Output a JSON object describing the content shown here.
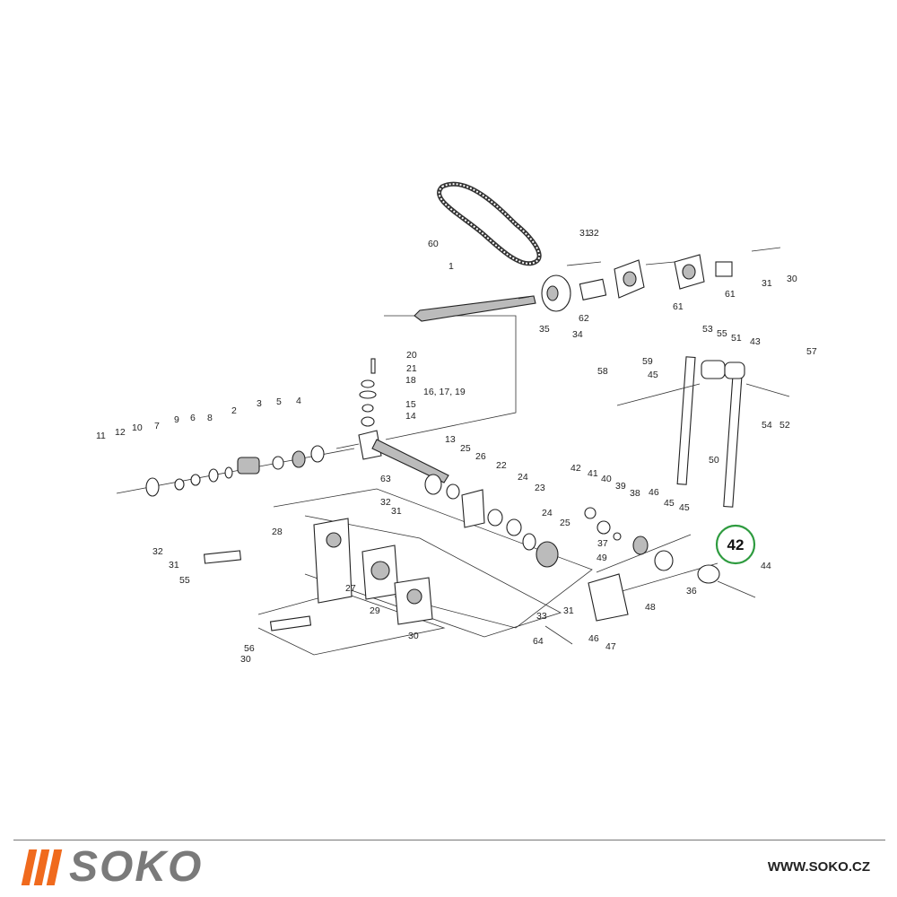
{
  "diagram": {
    "highlight_label": "42",
    "labels": [
      "1",
      "4",
      "2",
      "3",
      "5",
      "7",
      "8",
      "9",
      "6",
      "10",
      "11",
      "12",
      "13",
      "14",
      "15",
      "16, 17, 19",
      "18",
      "20",
      "21",
      "22",
      "23",
      "24",
      "24",
      "25",
      "25",
      "26",
      "27",
      "28",
      "29",
      "30",
      "30",
      "30",
      "31",
      "31",
      "31",
      "31",
      "31",
      "32",
      "32",
      "32",
      "33",
      "34",
      "35",
      "36",
      "37",
      "38",
      "39",
      "40",
      "41",
      "42",
      "43",
      "44",
      "45",
      "45",
      "45",
      "46",
      "46",
      "47",
      "48",
      "49",
      "50",
      "51",
      "52",
      "53",
      "54",
      "55",
      "55",
      "56",
      "57",
      "58",
      "59",
      "60",
      "61",
      "61",
      "62",
      "63",
      "64"
    ],
    "highlight_color": "#2e9b3f"
  },
  "footer": {
    "brand": "SOKO",
    "url": "WWW.SOKO.CZ",
    "brand_color": "#f06a1d",
    "brand_text_color": "#7a7a7a"
  }
}
